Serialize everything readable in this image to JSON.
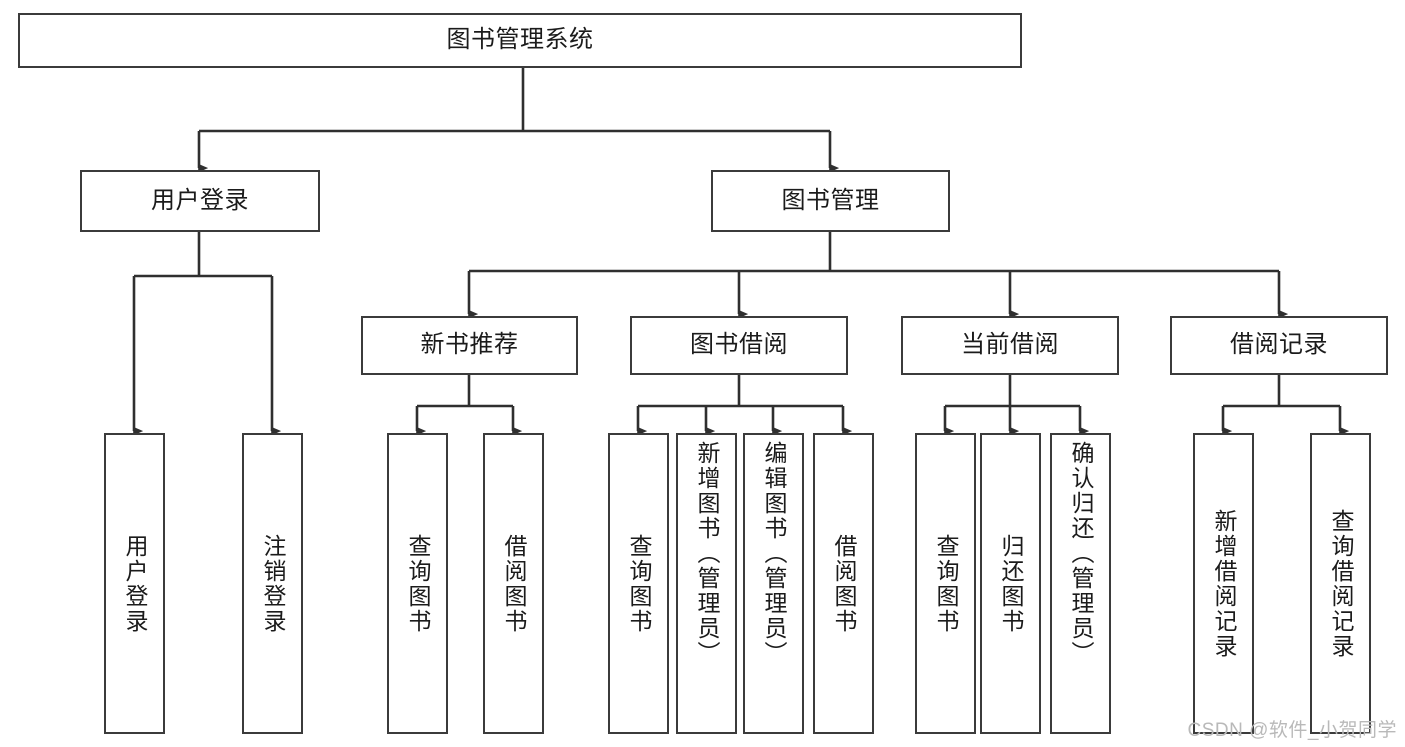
{
  "diagram": {
    "type": "tree-hierarchy-flowchart",
    "title": "图书管理系统",
    "watermark": "CSDN @软件_小贺同学",
    "colors": {
      "node_border": "#3b3b3b",
      "node_fill": "#ffffff",
      "connector": "#2f2f2f",
      "text": "#1b1b1b",
      "watermark": "#b9b9b9"
    },
    "levels": [
      {
        "level": 1,
        "nodes": [
          {
            "id": "root",
            "label": "图书管理系统",
            "orientation": "horizontal"
          }
        ]
      },
      {
        "level": 2,
        "nodes": [
          {
            "id": "user-login",
            "label": "用户登录",
            "orientation": "horizontal",
            "parent": "root"
          },
          {
            "id": "book-management",
            "label": "图书管理",
            "orientation": "horizontal",
            "parent": "root"
          }
        ]
      },
      {
        "level": 3,
        "nodes": [
          {
            "id": "new-book-recommend",
            "label": "新书推荐",
            "orientation": "horizontal",
            "parent": "book-management"
          },
          {
            "id": "book-borrow",
            "label": "图书借阅",
            "orientation": "horizontal",
            "parent": "book-management"
          },
          {
            "id": "current-borrow",
            "label": "当前借阅",
            "orientation": "horizontal",
            "parent": "book-management"
          },
          {
            "id": "borrow-record",
            "label": "借阅记录",
            "orientation": "horizontal",
            "parent": "book-management"
          }
        ]
      },
      {
        "level": 4,
        "nodes": [
          {
            "id": "leaf-user-login",
            "label": "用户登录",
            "orientation": "vertical",
            "parent": "user-login"
          },
          {
            "id": "leaf-logout-login",
            "label": "注销登录",
            "orientation": "vertical",
            "parent": "user-login"
          },
          {
            "id": "leaf-query-book-1",
            "label": "查询图书",
            "orientation": "vertical",
            "parent": "new-book-recommend"
          },
          {
            "id": "leaf-borrow-book-1",
            "label": "借阅图书",
            "orientation": "vertical",
            "parent": "new-book-recommend"
          },
          {
            "id": "leaf-query-book-2",
            "label": "查询图书",
            "orientation": "vertical",
            "parent": "book-borrow"
          },
          {
            "id": "leaf-add-book",
            "label": "新增图书（管理员）",
            "orientation": "vertical",
            "parent": "book-borrow"
          },
          {
            "id": "leaf-edit-book",
            "label": "编辑图书（管理员）",
            "orientation": "vertical",
            "parent": "book-borrow"
          },
          {
            "id": "leaf-borrow-book-2",
            "label": "借阅图书",
            "orientation": "vertical",
            "parent": "book-borrow"
          },
          {
            "id": "leaf-query-book-3",
            "label": "查询图书",
            "orientation": "vertical",
            "parent": "current-borrow"
          },
          {
            "id": "leaf-return-book",
            "label": "归还图书",
            "orientation": "vertical",
            "parent": "current-borrow"
          },
          {
            "id": "leaf-confirm-return",
            "label": "确认归还（管理员）",
            "orientation": "vertical",
            "parent": "current-borrow"
          },
          {
            "id": "leaf-add-record",
            "label": "新增借阅记录",
            "orientation": "vertical",
            "parent": "borrow-record"
          },
          {
            "id": "leaf-query-record",
            "label": "查询借阅记录",
            "orientation": "vertical",
            "parent": "borrow-record"
          }
        ]
      }
    ]
  }
}
